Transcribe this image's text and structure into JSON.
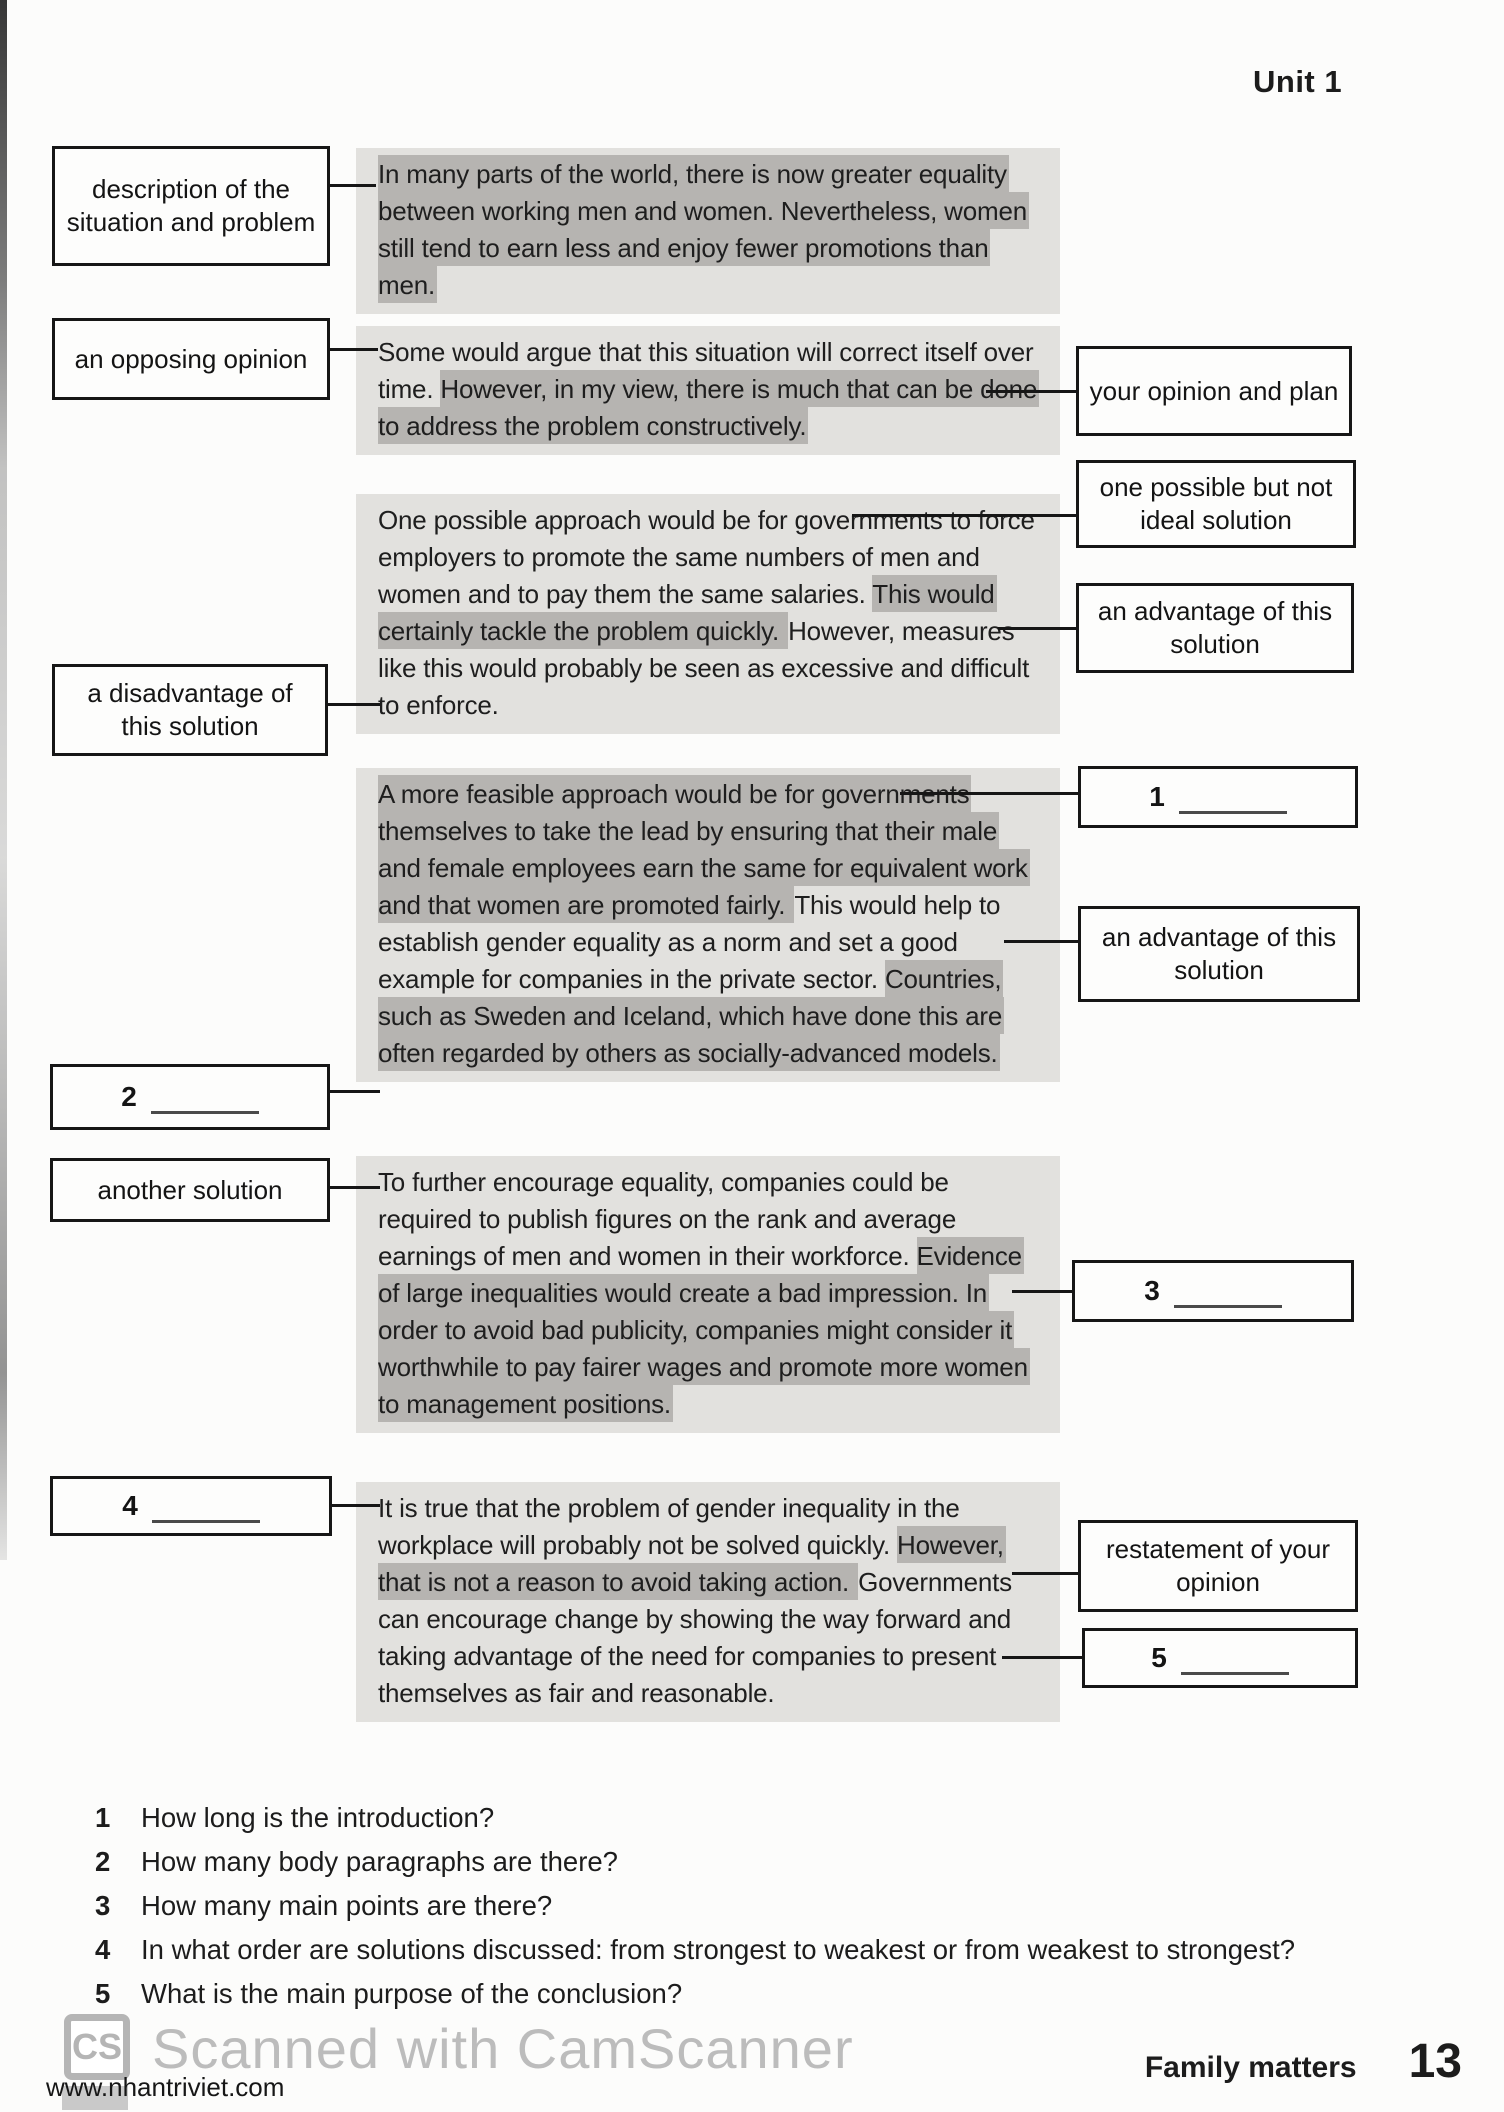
{
  "header": {
    "unit": "Unit 1"
  },
  "colors": {
    "paragraph_block": "#e2e1de",
    "sentence_highlight": "#b6b4b1",
    "box_border": "#161616",
    "watermark_gray": "#bcbcbc"
  },
  "essay": {
    "paragraphs": [
      {
        "runs": [
          {
            "text": "In many parts of the world, there is now greater equality between working men and women. Nevertheless, women still tend to earn less and enjoy fewer promotions than men.",
            "highlight": true
          }
        ]
      },
      {
        "runs": [
          {
            "text": "Some would argue that this situation will correct itself over time. ",
            "highlight": false
          },
          {
            "text": "However, in my view, there is much that can be done to address the problem constructively.",
            "highlight": true
          }
        ]
      },
      {
        "runs": [
          {
            "text": "One possible approach would be for governments to force employers to promote the same numbers of men and women and to pay them the same salaries. ",
            "highlight": false
          },
          {
            "text": "This would certainly tackle the problem quickly. ",
            "highlight": true
          },
          {
            "text": "However, measures like this would probably be seen as excessive and difficult to enforce.",
            "highlight": false
          }
        ]
      },
      {
        "runs": [
          {
            "text": "A more feasible approach would be for governments themselves to take the lead by ensuring that their male and female employees earn the same for equivalent work and that women are promoted fairly. ",
            "highlight": true
          },
          {
            "text": "This would help to establish gender equality as a norm and set a good example for companies in the private sector. ",
            "highlight": false
          },
          {
            "text": "Countries, such as Sweden and Iceland, which have done this are often regarded by others as socially-advanced models.",
            "highlight": true
          }
        ]
      },
      {
        "runs": [
          {
            "text": "To further encourage equality, companies could be required to publish figures on the rank and average earnings of men and women in their workforce. ",
            "highlight": false
          },
          {
            "text": "Evidence of large inequalities would create a bad impression. In order to avoid bad publicity, companies might consider it worthwhile to pay fairer wages and promote more women to management positions.",
            "highlight": true
          }
        ]
      },
      {
        "runs": [
          {
            "text": "It is true that the problem of gender inequality in the workplace will probably not be solved quickly. ",
            "highlight": false
          },
          {
            "text": "However, that is not a reason to avoid taking action. ",
            "highlight": true
          },
          {
            "text": "Governments can encourage change by showing the way forward and taking advantage of the need for companies to present themselves as fair and reasonable.",
            "highlight": false
          }
        ]
      }
    ]
  },
  "labels": {
    "description": "description of the situation and problem",
    "opposing": "an opposing opinion",
    "opinion_plan": "your opinion and plan",
    "possible": "one possible but not ideal solution",
    "advantage1": "an advantage of this solution",
    "disadvantage": "a disadvantage of this solution",
    "advantage2": "an advantage of this solution",
    "another": "another solution",
    "restatement": "restatement of your opinion",
    "blanks": {
      "b1": "1",
      "b2": "2",
      "b3": "3",
      "b4": "4",
      "b5": "5"
    }
  },
  "questions": {
    "items": [
      {
        "number": "1",
        "text": "How long is the introduction?"
      },
      {
        "number": "2",
        "text": "How many body paragraphs are there?"
      },
      {
        "number": "3",
        "text": "How many main points are there?"
      },
      {
        "number": "4",
        "text": "In what order are solutions discussed: from strongest to weakest or from weakest to strongest?"
      },
      {
        "number": "5",
        "text": "What is the main purpose of the conclusion?"
      }
    ]
  },
  "footer": {
    "logo": "CS",
    "watermark": "Scanned with CamScanner",
    "site": "www.nhantriviet.com",
    "section": "Family matters",
    "page": "13"
  }
}
